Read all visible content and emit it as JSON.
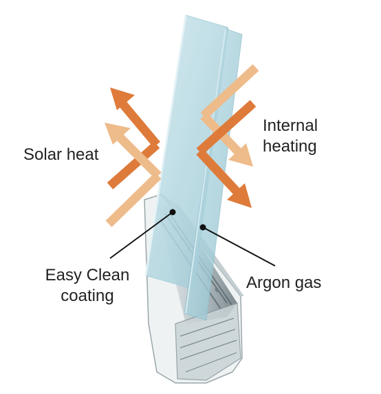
{
  "labels": {
    "solar_heat": "Solar heat",
    "internal_heating_line1": "Internal",
    "internal_heating_line2": "heating",
    "easy_clean_line1": "Easy Clean",
    "easy_clean_line2": "coating",
    "argon_gas": "Argon gas"
  },
  "colors": {
    "arrow_dark": "#DE7B3A",
    "arrow_light": "#EEBB8A",
    "glass": "#A9D3DE",
    "glass_edge": "#8FC0CE",
    "frame": "#8D9A9E",
    "text": "#222222"
  }
}
